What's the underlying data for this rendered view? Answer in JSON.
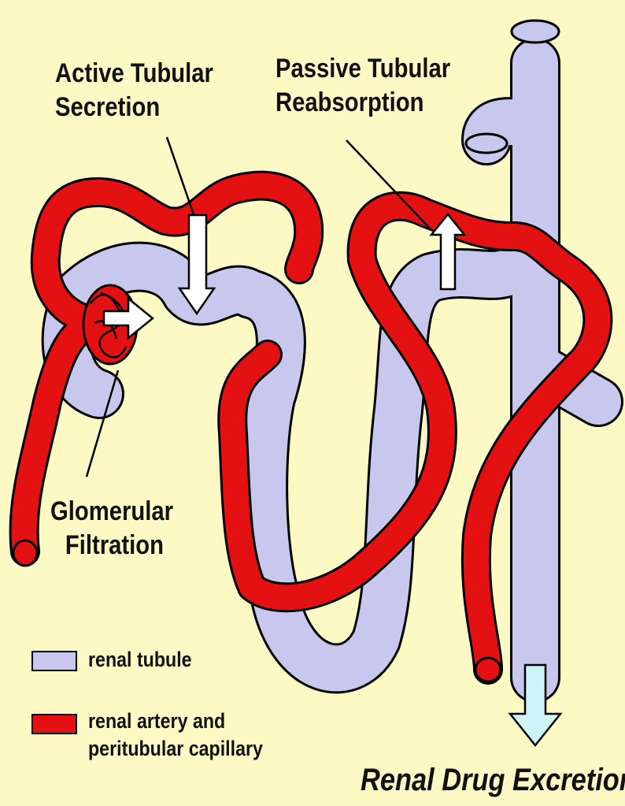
{
  "labels": {
    "active_line1": "Active Tubular",
    "active_line2": "Secretion",
    "passive_line1": "Passive Tubular",
    "passive_line2": "Reabsorption",
    "glomerular_line1": "Glomerular",
    "glomerular_line2": "Filtration"
  },
  "legend": {
    "tubule_label": "renal tubule",
    "artery_line1": "renal artery and",
    "artery_line2": "peritubular capillary"
  },
  "title": "Renal Drug Excretion",
  "colors": {
    "background": "#fdf9c4",
    "tubule": "#c8c8ee",
    "artery": "#e31111",
    "outline": "#000000",
    "arrow_white": "#ffffff",
    "arrow_excretion": "#cdf5f7"
  }
}
